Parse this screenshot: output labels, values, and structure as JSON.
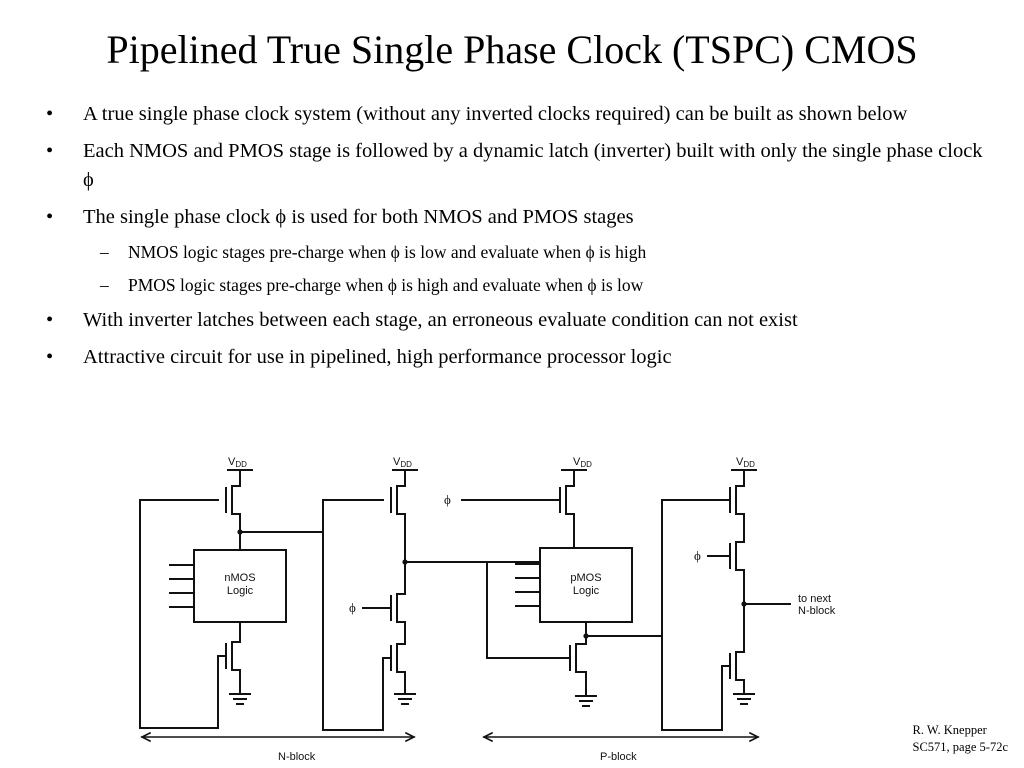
{
  "title": "Pipelined True Single Phase Clock (TSPC) CMOS",
  "bullets": [
    "A true single phase clock system (without any inverted clocks required) can be built as shown below",
    "Each NMOS and PMOS stage is followed by a dynamic latch (inverter) built with only the single phase clock ϕ",
    "The single phase clock ϕ is used for both NMOS and PMOS stages",
    "With inverter latches between each stage, an erroneous evaluate condition can not exist",
    "Attractive circuit for use in pipelined, high performance processor logic"
  ],
  "sub_bullets": [
    "NMOS logic stages pre-charge when ϕ is low and evaluate when ϕ is high",
    "PMOS logic stages pre-charge when ϕ is high and evaluate when ϕ is low"
  ],
  "markers": {
    "bullet": "•",
    "dash": "–"
  },
  "diagram": {
    "vdd_main": "V",
    "vdd_sub": "DD",
    "phi": "ϕ",
    "nmos_box": [
      "nMOS",
      "Logic"
    ],
    "pmos_box": [
      "pMOS",
      "Logic"
    ],
    "output_label": [
      "to next",
      "N-block"
    ],
    "n_block": "N-block",
    "p_block": "P-block"
  },
  "credit": {
    "line1": "R. W. Knepper",
    "line2": "SC571, page 5-72c"
  }
}
